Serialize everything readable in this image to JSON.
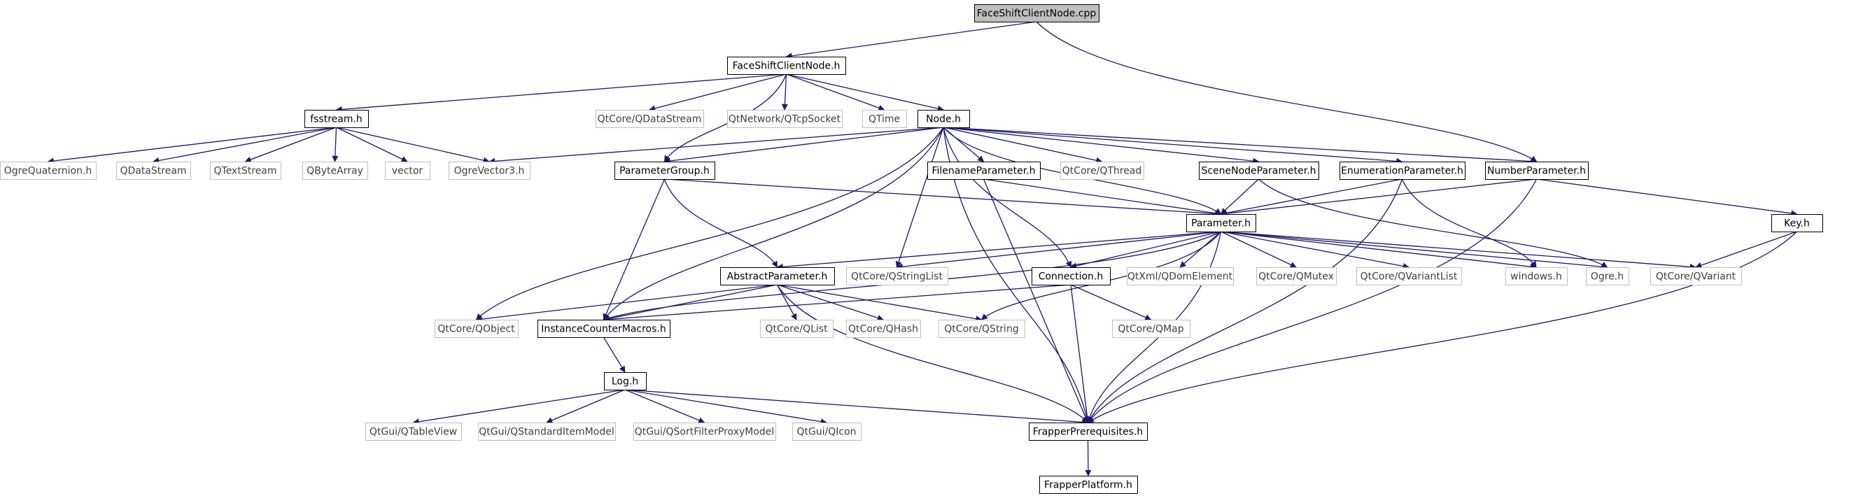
{
  "title": "FaceShiftClientNode.cpp",
  "nodes": [
    {
      "id": "root",
      "label": "FaceShiftClientNode.cpp",
      "style": "root"
    },
    {
      "id": "fsclienth",
      "label": "FaceShiftClientNode.h",
      "style": "doc"
    },
    {
      "id": "fsstream",
      "label": "fsstream.h",
      "style": "doc"
    },
    {
      "id": "qdatastream_core",
      "label": "QtCore/QDataStream",
      "style": "ext"
    },
    {
      "id": "qtcpsocket",
      "label": "QtNetwork/QTcpSocket",
      "style": "ext"
    },
    {
      "id": "qtime",
      "label": "QTime",
      "style": "ext"
    },
    {
      "id": "node",
      "label": "Node.h",
      "style": "doc"
    },
    {
      "id": "numberparam",
      "label": "NumberParameter.h",
      "style": "doc"
    },
    {
      "id": "ogrequat",
      "label": "OgreQuaternion.h",
      "style": "ext"
    },
    {
      "id": "qdatastream",
      "label": "QDataStream",
      "style": "ext"
    },
    {
      "id": "qtextstream",
      "label": "QTextStream",
      "style": "ext"
    },
    {
      "id": "qbytearray",
      "label": "QByteArray",
      "style": "ext"
    },
    {
      "id": "vector",
      "label": "vector",
      "style": "ext"
    },
    {
      "id": "ogrevector3",
      "label": "OgreVector3.h",
      "style": "ext"
    },
    {
      "id": "paramgroup",
      "label": "ParameterGroup.h",
      "style": "doc"
    },
    {
      "id": "filenameparam",
      "label": "FilenameParameter.h",
      "style": "doc"
    },
    {
      "id": "qthread",
      "label": "QtCore/QThread",
      "style": "ext"
    },
    {
      "id": "scenenodeparam",
      "label": "SceneNodeParameter.h",
      "style": "doc"
    },
    {
      "id": "enumparam",
      "label": "EnumerationParameter.h",
      "style": "doc"
    },
    {
      "id": "parameter",
      "label": "Parameter.h",
      "style": "doc"
    },
    {
      "id": "key",
      "label": "Key.h",
      "style": "doc"
    },
    {
      "id": "abstractparam",
      "label": "AbstractParameter.h",
      "style": "doc"
    },
    {
      "id": "qstringlist",
      "label": "QtCore/QStringList",
      "style": "ext"
    },
    {
      "id": "connection",
      "label": "Connection.h",
      "style": "doc"
    },
    {
      "id": "qdomelement",
      "label": "QtXml/QDomElement",
      "style": "ext"
    },
    {
      "id": "qmutex",
      "label": "QtCore/QMutex",
      "style": "ext"
    },
    {
      "id": "qvariantlist",
      "label": "QtCore/QVariantList",
      "style": "ext"
    },
    {
      "id": "windows",
      "label": "windows.h",
      "style": "ext"
    },
    {
      "id": "ogre",
      "label": "Ogre.h",
      "style": "ext"
    },
    {
      "id": "qvariant",
      "label": "QtCore/QVariant",
      "style": "ext"
    },
    {
      "id": "qobject",
      "label": "QtCore/QObject",
      "style": "ext"
    },
    {
      "id": "instancecounter",
      "label": "InstanceCounterMacros.h",
      "style": "doc"
    },
    {
      "id": "qlist",
      "label": "QtCore/QList",
      "style": "ext"
    },
    {
      "id": "qhash",
      "label": "QtCore/QHash",
      "style": "ext"
    },
    {
      "id": "qstring",
      "label": "QtCore/QString",
      "style": "ext"
    },
    {
      "id": "qmap",
      "label": "QtCore/QMap",
      "style": "ext"
    },
    {
      "id": "log",
      "label": "Log.h",
      "style": "doc"
    },
    {
      "id": "qtableview",
      "label": "QtGui/QTableView",
      "style": "ext"
    },
    {
      "id": "qstditemmodel",
      "label": "QtGui/QStandardItemModel",
      "style": "ext"
    },
    {
      "id": "qsortfilter",
      "label": "QtGui/QSortFilterProxyModel",
      "style": "ext"
    },
    {
      "id": "qicon",
      "label": "QtGui/QIcon",
      "style": "ext"
    },
    {
      "id": "frapperprereq",
      "label": "FrapperPrerequisites.h",
      "style": "doc"
    },
    {
      "id": "frapperplatform",
      "label": "FrapperPlatform.h",
      "style": "doc"
    }
  ],
  "edges": [
    [
      "root",
      "fsclienth"
    ],
    [
      "root",
      "numberparam"
    ],
    [
      "fsclienth",
      "fsstream"
    ],
    [
      "fsclienth",
      "qdatastream_core"
    ],
    [
      "fsclienth",
      "qtcpsocket"
    ],
    [
      "fsclienth",
      "qtime"
    ],
    [
      "fsclienth",
      "node"
    ],
    [
      "fsclienth",
      "paramgroup"
    ],
    [
      "fsstream",
      "ogrequat"
    ],
    [
      "fsstream",
      "qdatastream"
    ],
    [
      "fsstream",
      "qtextstream"
    ],
    [
      "fsstream",
      "qbytearray"
    ],
    [
      "fsstream",
      "vector"
    ],
    [
      "fsstream",
      "ogrevector3"
    ],
    [
      "node",
      "ogrevector3"
    ],
    [
      "node",
      "paramgroup"
    ],
    [
      "node",
      "filenameparam"
    ],
    [
      "node",
      "qthread"
    ],
    [
      "node",
      "scenenodeparam"
    ],
    [
      "node",
      "enumparam"
    ],
    [
      "node",
      "numberparam"
    ],
    [
      "node",
      "parameter"
    ],
    [
      "node",
      "qobject"
    ],
    [
      "node",
      "instancecounter"
    ],
    [
      "node",
      "qstringlist"
    ],
    [
      "node",
      "connection"
    ],
    [
      "node",
      "frapperprereq"
    ],
    [
      "paramgroup",
      "parameter"
    ],
    [
      "paramgroup",
      "abstractparam"
    ],
    [
      "paramgroup",
      "instancecounter"
    ],
    [
      "filenameparam",
      "parameter"
    ],
    [
      "filenameparam",
      "frapperprereq"
    ],
    [
      "scenenodeparam",
      "parameter"
    ],
    [
      "scenenodeparam",
      "ogre"
    ],
    [
      "enumparam",
      "parameter"
    ],
    [
      "enumparam",
      "windows"
    ],
    [
      "enumparam",
      "frapperprereq"
    ],
    [
      "numberparam",
      "parameter"
    ],
    [
      "numberparam",
      "key"
    ],
    [
      "numberparam",
      "frapperprereq"
    ],
    [
      "key",
      "qvariant"
    ],
    [
      "key",
      "frapperprereq"
    ],
    [
      "parameter",
      "abstractparam"
    ],
    [
      "parameter",
      "qstringlist"
    ],
    [
      "parameter",
      "connection"
    ],
    [
      "parameter",
      "qdomelement"
    ],
    [
      "parameter",
      "qmutex"
    ],
    [
      "parameter",
      "qvariantlist"
    ],
    [
      "parameter",
      "windows"
    ],
    [
      "parameter",
      "ogre"
    ],
    [
      "parameter",
      "qvariant"
    ],
    [
      "parameter",
      "instancecounter"
    ],
    [
      "parameter",
      "qstring"
    ],
    [
      "parameter",
      "frapperprereq"
    ],
    [
      "abstractparam",
      "qobject"
    ],
    [
      "abstractparam",
      "instancecounter"
    ],
    [
      "abstractparam",
      "qlist"
    ],
    [
      "abstractparam",
      "qhash"
    ],
    [
      "abstractparam",
      "qstring"
    ],
    [
      "abstractparam",
      "frapperprereq"
    ],
    [
      "connection",
      "instancecounter"
    ],
    [
      "connection",
      "qmap"
    ],
    [
      "connection",
      "frapperprereq"
    ],
    [
      "instancecounter",
      "log"
    ],
    [
      "log",
      "qtableview"
    ],
    [
      "log",
      "qstditemmodel"
    ],
    [
      "log",
      "qsortfilter"
    ],
    [
      "log",
      "qicon"
    ],
    [
      "log",
      "frapperprereq"
    ],
    [
      "frapperprereq",
      "frapperplatform"
    ]
  ],
  "colors": {
    "edge": "#191970",
    "doc_border": "#000000",
    "ext_border": "#bfbfbf",
    "root_fill": "#bfbfbf",
    "text": "#000000",
    "ext_text": "#404040"
  }
}
